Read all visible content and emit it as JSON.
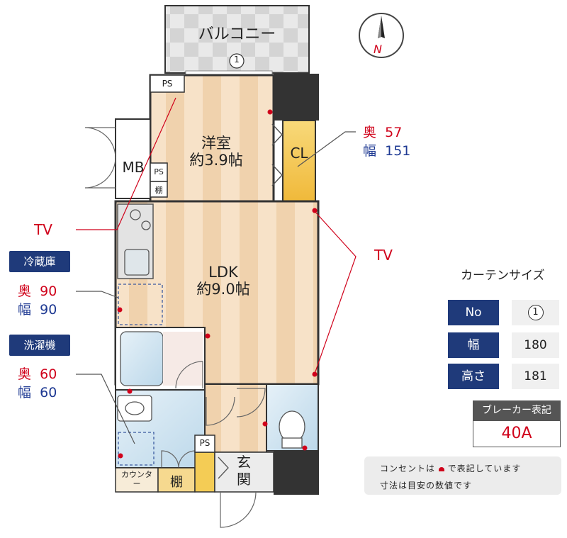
{
  "balcony": {
    "label": "バルコニー",
    "window_no": "1"
  },
  "rooms": {
    "western": {
      "name": "洋室",
      "size": "約3.9帖"
    },
    "ldk": {
      "name": "LDK",
      "size": "約9.0帖"
    },
    "closet": "CL",
    "mb": "MB",
    "entrance": "玄関",
    "shelf_small": "棚",
    "shelf": "棚",
    "counter": "カウンター",
    "ps_labels": [
      "PS",
      "PS",
      "PS"
    ]
  },
  "compass": {
    "label": "N"
  },
  "tv_labels": [
    "TV",
    "TV"
  ],
  "closet_dims": {
    "depth_label": "奥",
    "depth": "57",
    "width_label": "幅",
    "width": "151"
  },
  "fridge": {
    "title": "冷蔵庫",
    "depth_label": "奥",
    "depth": "90",
    "width_label": "幅",
    "width": "90"
  },
  "washer": {
    "title": "洗濯機",
    "depth_label": "奥",
    "depth": "60",
    "width_label": "幅",
    "width": "60"
  },
  "curtain": {
    "title": "カーテンサイズ",
    "rows": [
      {
        "label": "No",
        "value": "1"
      },
      {
        "label": "幅",
        "value": "180"
      },
      {
        "label": "高さ",
        "value": "181"
      }
    ]
  },
  "breaker": {
    "title": "ブレーカー表記",
    "value": "40A"
  },
  "notes": [
    "コンセントは",
    "で表記しています",
    "寸法は目安の数値です"
  ],
  "colors": {
    "wood_light": "#f7e2c8",
    "wood_dark": "#f0d2ad",
    "tile": "#cfe3f0",
    "navy": "#1f3a7a",
    "outlet": "#d0021b",
    "closet": "#f4cc55"
  }
}
